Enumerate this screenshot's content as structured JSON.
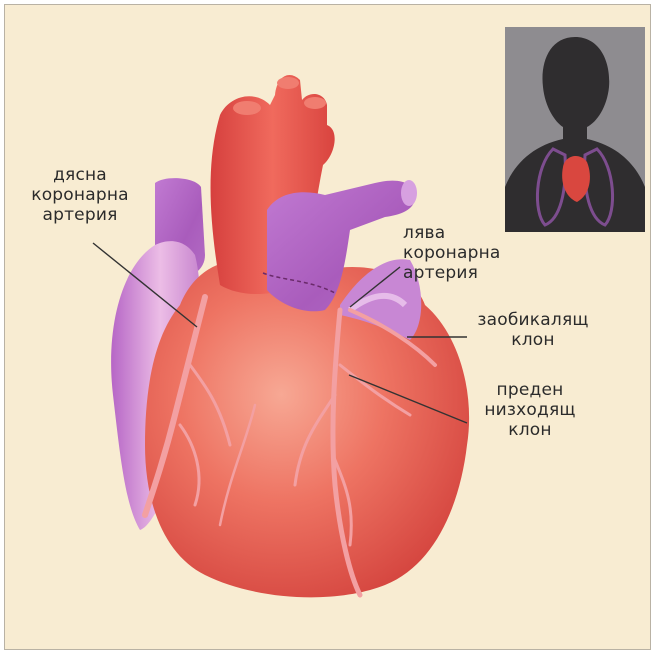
{
  "labels": {
    "right_coronary": [
      "дясна",
      "коронарна",
      "артерия"
    ],
    "left_coronary": [
      "лява",
      "коронарна",
      "артерия"
    ],
    "circumflex": [
      "заобикалящ",
      "клон"
    ],
    "anterior_descending": [
      "преден",
      "низходящ",
      "клон"
    ]
  },
  "colors": {
    "background": "#f8ecd2",
    "heart_red": "#e8574a",
    "heart_highlight": "#f59a86",
    "aorta_red": "#e44a45",
    "vessel_purple": "#b96ac6",
    "vessel_purple_light": "#d9a2de",
    "inset_bg": "#8e8c90",
    "silhouette": "#2f2d2f",
    "lung_outline": "#7d4d8f"
  }
}
